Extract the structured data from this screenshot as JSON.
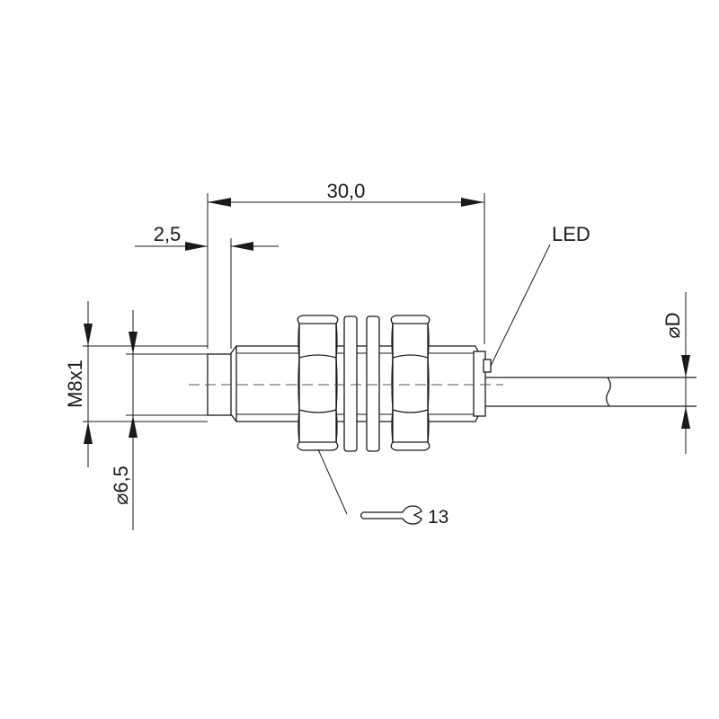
{
  "drawing": {
    "dim_length": "30,0",
    "dim_thread_offset": "2,5",
    "dim_thread": "M8x1",
    "dim_face_diameter": "6,5",
    "dim_cable_diameter": "D",
    "diameter_symbol": "⌀",
    "led_label": "LED",
    "wrench_size": "13",
    "line_color": "#1a1a1a"
  }
}
